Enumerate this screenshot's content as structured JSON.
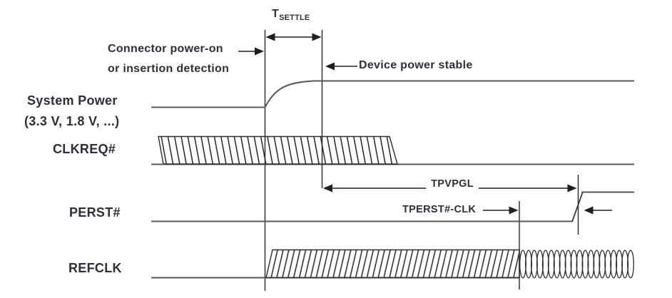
{
  "labels": {
    "t_settle_main": "T",
    "t_settle_sub": "SETTLE",
    "connector_line1": "Connector power-on",
    "connector_line2": "or insertion detection",
    "device_power_stable": "Device power stable",
    "tpvpgl": "TPVPGL",
    "tperst_clk": "TPERST#-CLK"
  },
  "signals": {
    "system_power": {
      "label": "System Power",
      "sublabel": "(3.3 V, 1.8 V, ...)"
    },
    "clkreq": {
      "label": "CLKREQ#"
    },
    "perst": {
      "label": "PERST#"
    },
    "refclk": {
      "label": "REFCLK"
    }
  },
  "colors": {
    "bg": "#ffffff",
    "sig_gray": "#58585a",
    "ann_black": "#1f1f1f",
    "hatch_ink": "#2c2c2c",
    "text_ink": "#2f2f38"
  }
}
